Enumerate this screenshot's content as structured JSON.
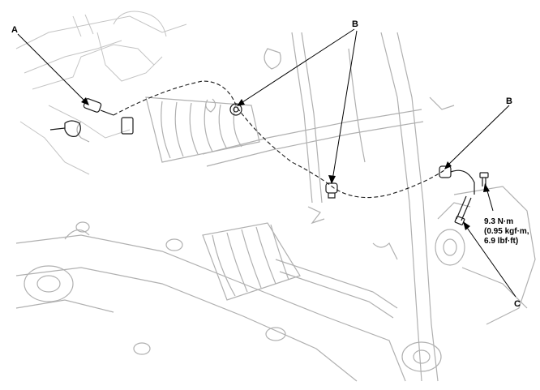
{
  "diagram": {
    "callouts": {
      "a": "A",
      "b1": "B",
      "b2": "B",
      "c": "C"
    },
    "torque": {
      "line1": "9.3 N·m",
      "line2": "(0.95 kgf·m,",
      "line3": "6.9 lbf·ft)"
    }
  }
}
